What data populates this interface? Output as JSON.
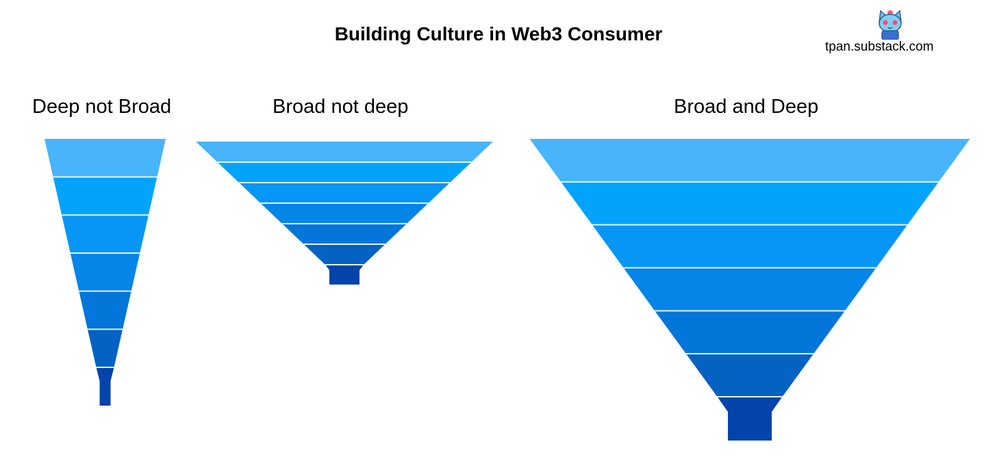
{
  "title": "Building Culture in Web3 Consumer",
  "source": "tpan.substack.com",
  "mascot_icon": "cat-mascot-icon",
  "colors": {
    "stages": [
      "#48b4fb",
      "#02a4fb",
      "#0795f6",
      "#0585e8",
      "#0475d9",
      "#0462c2"
    ],
    "stem": "#0344aa",
    "divider": "#e6f4ff"
  },
  "funnels": [
    {
      "label": "Deep not Broad",
      "stages": 6
    },
    {
      "label": "Broad not deep",
      "stages": 6
    },
    {
      "label": "Broad and Deep",
      "stages": 6
    }
  ]
}
